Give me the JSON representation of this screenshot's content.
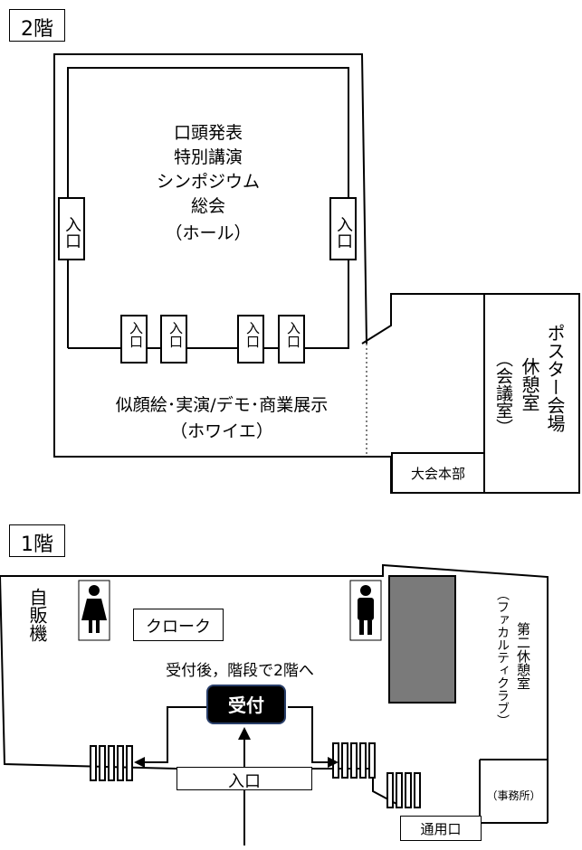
{
  "floor2": {
    "tag": "2階",
    "hall_lines": [
      "口頭発表",
      "特別講演",
      "シンポジウム",
      "総会",
      "（ホール）"
    ],
    "side_entrance": "入口",
    "small_entrance": "入口",
    "foyer_line1": "似顔絵･実演/デモ･商業展示",
    "foyer_line2": "（ホワイエ）",
    "hq": "大会本部",
    "poster": "ポスター会場",
    "rest": "休憩室",
    "meeting": "（会議室）"
  },
  "floor1": {
    "tag": "1階",
    "vending": "自販機",
    "cloak": "クローク",
    "note": "受付後，階段で2階へ",
    "reception": "受付",
    "entrance": "入口",
    "second_rest": "第二休憩室",
    "fabula": "（ファカルティクラブ）",
    "office": "（事務所）",
    "service_door": "通用口"
  }
}
